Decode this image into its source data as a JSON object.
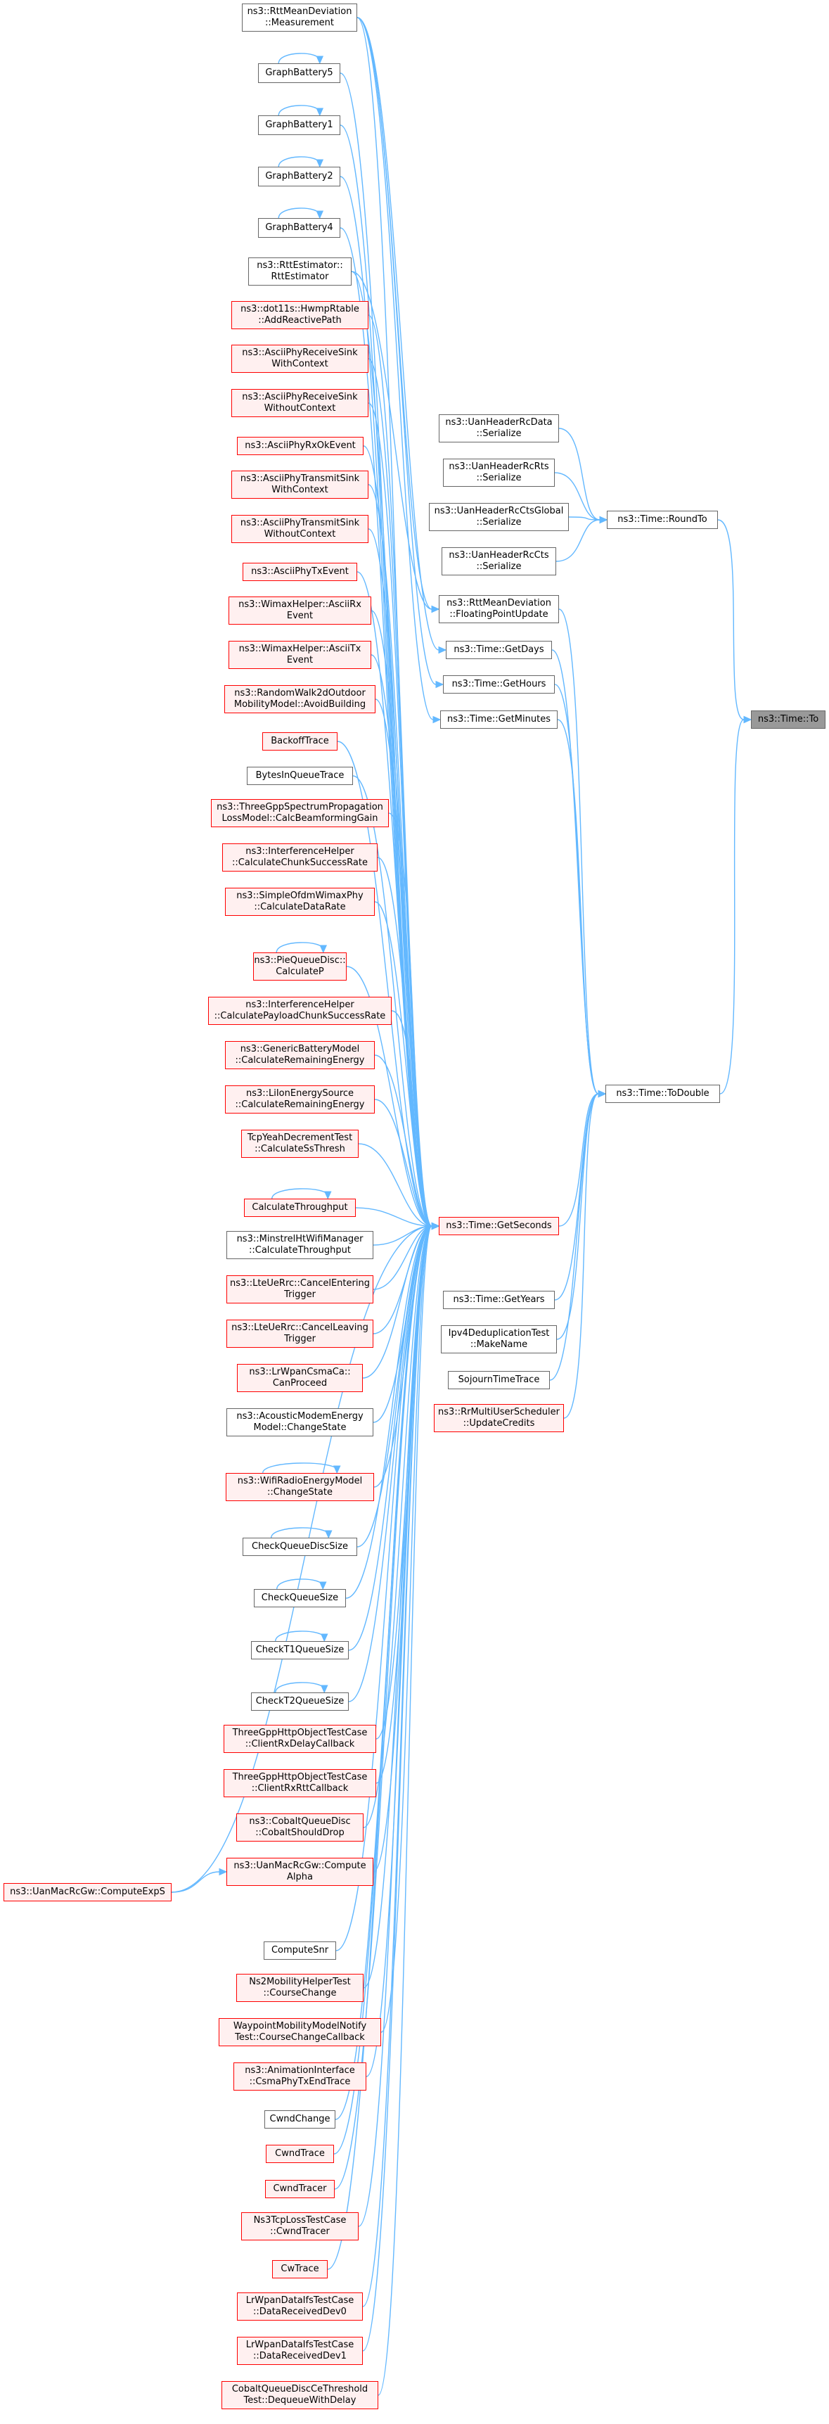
{
  "colors": {
    "edge": "#63b8ff",
    "node_border": "#666666",
    "red_border": "#ff0000",
    "red_fill": "#fff0f0",
    "root_fill": "#999999"
  },
  "nodes": [
    {
      "id": "n0",
      "lines": [
        "ns3::RttMeanDeviation",
        "::Measurement"
      ],
      "style": "normal"
    },
    {
      "id": "n1",
      "lines": [
        "GraphBattery5"
      ],
      "style": "normal"
    },
    {
      "id": "n2",
      "lines": [
        "GraphBattery1"
      ],
      "style": "normal"
    },
    {
      "id": "n3",
      "lines": [
        "GraphBattery2"
      ],
      "style": "normal"
    },
    {
      "id": "n4",
      "lines": [
        "GraphBattery4"
      ],
      "style": "normal"
    },
    {
      "id": "n5",
      "lines": [
        "ns3::RttEstimator::",
        "RttEstimator"
      ],
      "style": "normal"
    },
    {
      "id": "n6",
      "lines": [
        "ns3::dot11s::HwmpRtable",
        "::AddReactivePath"
      ],
      "style": "red"
    },
    {
      "id": "n7",
      "lines": [
        "ns3::AsciiPhyReceiveSink",
        "WithContext"
      ],
      "style": "red"
    },
    {
      "id": "n8",
      "lines": [
        "ns3::AsciiPhyReceiveSink",
        "WithoutContext"
      ],
      "style": "red"
    },
    {
      "id": "n9",
      "lines": [
        "ns3::AsciiPhyRxOkEvent"
      ],
      "style": "red"
    },
    {
      "id": "n10",
      "lines": [
        "ns3::AsciiPhyTransmitSink",
        "WithContext"
      ],
      "style": "red"
    },
    {
      "id": "n11",
      "lines": [
        "ns3::AsciiPhyTransmitSink",
        "WithoutContext"
      ],
      "style": "red"
    },
    {
      "id": "n12",
      "lines": [
        "ns3::AsciiPhyTxEvent"
      ],
      "style": "red"
    },
    {
      "id": "n13",
      "lines": [
        "ns3::WimaxHelper::AsciiRx",
        "Event"
      ],
      "style": "red"
    },
    {
      "id": "n14",
      "lines": [
        "ns3::WimaxHelper::AsciiTx",
        "Event"
      ],
      "style": "red"
    },
    {
      "id": "n15",
      "lines": [
        "ns3::RandomWalk2dOutdoor",
        "MobilityModel::AvoidBuilding"
      ],
      "style": "red"
    },
    {
      "id": "n16",
      "lines": [
        "BackoffTrace"
      ],
      "style": "red"
    },
    {
      "id": "n17",
      "lines": [
        "BytesInQueueTrace"
      ],
      "style": "normal"
    },
    {
      "id": "n18",
      "lines": [
        "ns3::ThreeGppSpectrumPropagation",
        "LossModel::CalcBeamformingGain"
      ],
      "style": "red"
    },
    {
      "id": "n19",
      "lines": [
        "ns3::InterferenceHelper",
        "::CalculateChunkSuccessRate"
      ],
      "style": "red"
    },
    {
      "id": "n20",
      "lines": [
        "ns3::SimpleOfdmWimaxPhy",
        "::CalculateDataRate"
      ],
      "style": "red"
    },
    {
      "id": "n21",
      "lines": [
        "ns3::PieQueueDisc::",
        "CalculateP"
      ],
      "style": "red"
    },
    {
      "id": "n22",
      "lines": [
        "ns3::InterferenceHelper",
        "::CalculatePayloadChunkSuccessRate"
      ],
      "style": "red"
    },
    {
      "id": "n23",
      "lines": [
        "ns3::GenericBatteryModel",
        "::CalculateRemainingEnergy"
      ],
      "style": "red"
    },
    {
      "id": "n24",
      "lines": [
        "ns3::LiIonEnergySource",
        "::CalculateRemainingEnergy"
      ],
      "style": "red"
    },
    {
      "id": "n25",
      "lines": [
        "TcpYeahDecrementTest",
        "::CalculateSsThresh"
      ],
      "style": "red"
    },
    {
      "id": "n26",
      "lines": [
        "CalculateThroughput"
      ],
      "style": "red"
    },
    {
      "id": "n27",
      "lines": [
        "ns3::MinstrelHtWifiManager",
        "::CalculateThroughput"
      ],
      "style": "normal"
    },
    {
      "id": "n28",
      "lines": [
        "ns3::LteUeRrc::CancelEntering",
        "Trigger"
      ],
      "style": "red"
    },
    {
      "id": "n29",
      "lines": [
        "ns3::LteUeRrc::CancelLeaving",
        "Trigger"
      ],
      "style": "red"
    },
    {
      "id": "n30",
      "lines": [
        "ns3::LrWpanCsmaCa::",
        "CanProceed"
      ],
      "style": "red"
    },
    {
      "id": "n31",
      "lines": [
        "ns3::AcousticModemEnergy",
        "Model::ChangeState"
      ],
      "style": "normal"
    },
    {
      "id": "n32",
      "lines": [
        "ns3::WifiRadioEnergyModel",
        "::ChangeState"
      ],
      "style": "red"
    },
    {
      "id": "n33",
      "lines": [
        "CheckQueueDiscSize"
      ],
      "style": "normal"
    },
    {
      "id": "n34",
      "lines": [
        "CheckQueueSize"
      ],
      "style": "normal"
    },
    {
      "id": "n35",
      "lines": [
        "CheckT1QueueSize"
      ],
      "style": "normal"
    },
    {
      "id": "n36",
      "lines": [
        "CheckT2QueueSize"
      ],
      "style": "normal"
    },
    {
      "id": "n37",
      "lines": [
        "ThreeGppHttpObjectTestCase",
        "::ClientRxDelayCallback"
      ],
      "style": "red"
    },
    {
      "id": "n38",
      "lines": [
        "ThreeGppHttpObjectTestCase",
        "::ClientRxRttCallback"
      ],
      "style": "red"
    },
    {
      "id": "n39",
      "lines": [
        "ns3::CobaltQueueDisc",
        "::CobaltShouldDrop"
      ],
      "style": "red"
    },
    {
      "id": "n40",
      "lines": [
        "ns3::UanMacRcGw::Compute",
        "Alpha"
      ],
      "style": "red"
    },
    {
      "id": "n41",
      "lines": [
        "ns3::UanMacRcGw::ComputeExpS"
      ],
      "style": "red"
    },
    {
      "id": "n42",
      "lines": [
        "ComputeSnr"
      ],
      "style": "normal"
    },
    {
      "id": "n43",
      "lines": [
        "Ns2MobilityHelperTest",
        "::CourseChange"
      ],
      "style": "red"
    },
    {
      "id": "n44",
      "lines": [
        "WaypointMobilityModelNotify",
        "Test::CourseChangeCallback"
      ],
      "style": "red"
    },
    {
      "id": "n45",
      "lines": [
        "ns3::AnimationInterface",
        "::CsmaPhyTxEndTrace"
      ],
      "style": "red"
    },
    {
      "id": "n46",
      "lines": [
        "CwndChange"
      ],
      "style": "normal"
    },
    {
      "id": "n47",
      "lines": [
        "CwndTrace"
      ],
      "style": "red"
    },
    {
      "id": "n48",
      "lines": [
        "CwndTracer"
      ],
      "style": "red"
    },
    {
      "id": "n49",
      "lines": [
        "Ns3TcpLossTestCase",
        "::CwndTracer"
      ],
      "style": "red"
    },
    {
      "id": "n50",
      "lines": [
        "CwTrace"
      ],
      "style": "red"
    },
    {
      "id": "n51",
      "lines": [
        "LrWpanDataIfsTestCase",
        "::DataReceivedDev0"
      ],
      "style": "red"
    },
    {
      "id": "n52",
      "lines": [
        "LrWpanDataIfsTestCase",
        "::DataReceivedDev1"
      ],
      "style": "red"
    },
    {
      "id": "n53",
      "lines": [
        "CobaltQueueDiscCeThreshold",
        "Test::DequeueWithDelay"
      ],
      "style": "red"
    },
    {
      "id": "m0",
      "lines": [
        "ns3::UanHeaderRcData",
        "::Serialize"
      ],
      "style": "normal"
    },
    {
      "id": "m1",
      "lines": [
        "ns3::UanHeaderRcRts",
        "::Serialize"
      ],
      "style": "normal"
    },
    {
      "id": "m2",
      "lines": [
        "ns3::UanHeaderRcCtsGlobal",
        "::Serialize"
      ],
      "style": "normal"
    },
    {
      "id": "m3",
      "lines": [
        "ns3::UanHeaderRcCts",
        "::Serialize"
      ],
      "style": "normal"
    },
    {
      "id": "m4",
      "lines": [
        "ns3::RttMeanDeviation",
        "::FloatingPointUpdate"
      ],
      "style": "normal"
    },
    {
      "id": "m5",
      "lines": [
        "ns3::Time::GetDays"
      ],
      "style": "normal"
    },
    {
      "id": "m6",
      "lines": [
        "ns3::Time::GetHours"
      ],
      "style": "normal"
    },
    {
      "id": "m7",
      "lines": [
        "ns3::Time::GetMinutes"
      ],
      "style": "normal"
    },
    {
      "id": "m8",
      "lines": [
        "ns3::Time::GetSeconds"
      ],
      "style": "red"
    },
    {
      "id": "m9",
      "lines": [
        "ns3::Time::GetYears"
      ],
      "style": "normal"
    },
    {
      "id": "m10",
      "lines": [
        "Ipv4DeduplicationTest",
        "::MakeName"
      ],
      "style": "normal"
    },
    {
      "id": "m11",
      "lines": [
        "SojournTimeTrace"
      ],
      "style": "normal"
    },
    {
      "id": "m12",
      "lines": [
        "ns3::RrMultiUserScheduler",
        "::UpdateCredits"
      ],
      "style": "red"
    },
    {
      "id": "r0",
      "lines": [
        "ns3::Time::RoundTo"
      ],
      "style": "normal"
    },
    {
      "id": "r1",
      "lines": [
        "ns3::Time::ToDouble"
      ],
      "style": "normal"
    },
    {
      "id": "root",
      "lines": [
        "ns3::Time::To"
      ],
      "style": "gray"
    }
  ],
  "edges": [
    [
      "r0",
      "root"
    ],
    [
      "r1",
      "root"
    ],
    [
      "m0",
      "r0"
    ],
    [
      "m1",
      "r0"
    ],
    [
      "m2",
      "r0"
    ],
    [
      "m3",
      "r0"
    ],
    [
      "m4",
      "r1"
    ],
    [
      "m5",
      "r1"
    ],
    [
      "m6",
      "r1"
    ],
    [
      "m7",
      "r1"
    ],
    [
      "m8",
      "r1"
    ],
    [
      "m9",
      "r1"
    ],
    [
      "m10",
      "r1"
    ],
    [
      "m11",
      "r1"
    ],
    [
      "m12",
      "r1"
    ],
    [
      "n0",
      "m8"
    ],
    [
      "n1",
      "m8"
    ],
    [
      "n2",
      "m8"
    ],
    [
      "n3",
      "m8"
    ],
    [
      "n4",
      "m8"
    ],
    [
      "n5",
      "m8"
    ],
    [
      "n6",
      "m8"
    ],
    [
      "n7",
      "m8"
    ],
    [
      "n8",
      "m8"
    ],
    [
      "n9",
      "m8"
    ],
    [
      "n10",
      "m8"
    ],
    [
      "n11",
      "m8"
    ],
    [
      "n12",
      "m8"
    ],
    [
      "n13",
      "m8"
    ],
    [
      "n14",
      "m8"
    ],
    [
      "n15",
      "m8"
    ],
    [
      "n16",
      "m8"
    ],
    [
      "n17",
      "m8"
    ],
    [
      "n18",
      "m8"
    ],
    [
      "n19",
      "m8"
    ],
    [
      "n20",
      "m8"
    ],
    [
      "n21",
      "m8"
    ],
    [
      "n22",
      "m8"
    ],
    [
      "n23",
      "m8"
    ],
    [
      "n24",
      "m8"
    ],
    [
      "n25",
      "m8"
    ],
    [
      "n26",
      "m8"
    ],
    [
      "n27",
      "m8"
    ],
    [
      "n28",
      "m8"
    ],
    [
      "n29",
      "m8"
    ],
    [
      "n30",
      "m8"
    ],
    [
      "n31",
      "m8"
    ],
    [
      "n32",
      "m8"
    ],
    [
      "n33",
      "m8"
    ],
    [
      "n34",
      "m8"
    ],
    [
      "n35",
      "m8"
    ],
    [
      "n36",
      "m8"
    ],
    [
      "n37",
      "m8"
    ],
    [
      "n38",
      "m8"
    ],
    [
      "n39",
      "m8"
    ],
    [
      "n40",
      "m8"
    ],
    [
      "n41",
      "m8"
    ],
    [
      "n42",
      "m8"
    ],
    [
      "n43",
      "m8"
    ],
    [
      "n44",
      "m8"
    ],
    [
      "n45",
      "m8"
    ],
    [
      "n46",
      "m8"
    ],
    [
      "n47",
      "m8"
    ],
    [
      "n48",
      "m8"
    ],
    [
      "n49",
      "m8"
    ],
    [
      "n50",
      "m8"
    ],
    [
      "n51",
      "m8"
    ],
    [
      "n52",
      "m8"
    ],
    [
      "n53",
      "m8"
    ],
    [
      "n0",
      "m4"
    ],
    [
      "n5",
      "m4"
    ],
    [
      "n0",
      "m5"
    ],
    [
      "n0",
      "m6"
    ],
    [
      "n0",
      "m7"
    ],
    [
      "n41",
      "n40"
    ]
  ],
  "self_loops": [
    "n1",
    "n2",
    "n3",
    "n4",
    "n21",
    "n26",
    "n32",
    "n33",
    "n34",
    "n35",
    "n36"
  ]
}
